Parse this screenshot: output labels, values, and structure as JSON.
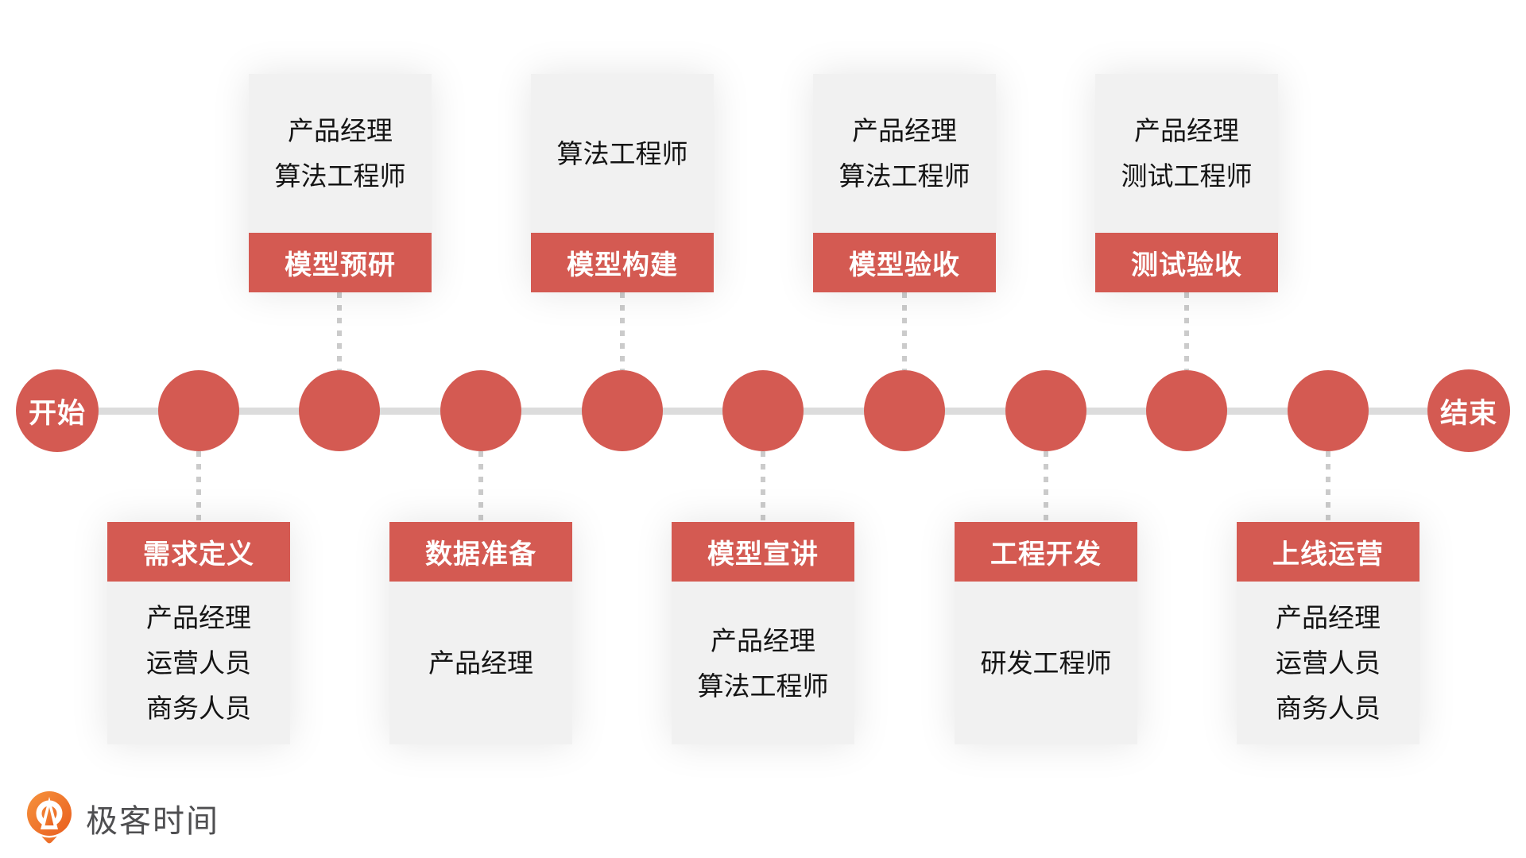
{
  "colors": {
    "accent_red": "#d45a52",
    "card_gray": "#f1f1f1",
    "timeline_gray": "#dcdcdc",
    "connector_gray": "#cbcbcb",
    "role_text": "#141414",
    "logo_orange": "#ee6a22",
    "logo_text_gray": "#4f4f51"
  },
  "timeline": {
    "start_label": "开始",
    "end_label": "结束",
    "node_count": 11
  },
  "stages_top": [
    {
      "stage": "模型预研",
      "roles": [
        "产品经理",
        "算法工程师"
      ]
    },
    {
      "stage": "模型构建",
      "roles": [
        "算法工程师"
      ]
    },
    {
      "stage": "模型验收",
      "roles": [
        "产品经理",
        "算法工程师"
      ]
    },
    {
      "stage": "测试验收",
      "roles": [
        "产品经理",
        "测试工程师"
      ]
    }
  ],
  "stages_bottom": [
    {
      "stage": "需求定义",
      "roles": [
        "产品经理",
        "运营人员",
        "商务人员"
      ]
    },
    {
      "stage": "数据准备",
      "roles": [
        "产品经理"
      ]
    },
    {
      "stage": "模型宣讲",
      "roles": [
        "产品经理",
        "算法工程师"
      ]
    },
    {
      "stage": "工程开发",
      "roles": [
        "研发工程师"
      ]
    },
    {
      "stage": "上线运营",
      "roles": [
        "产品经理",
        "运营人员",
        "商务人员"
      ]
    }
  ],
  "footer": {
    "logo_text": "极客时间"
  }
}
